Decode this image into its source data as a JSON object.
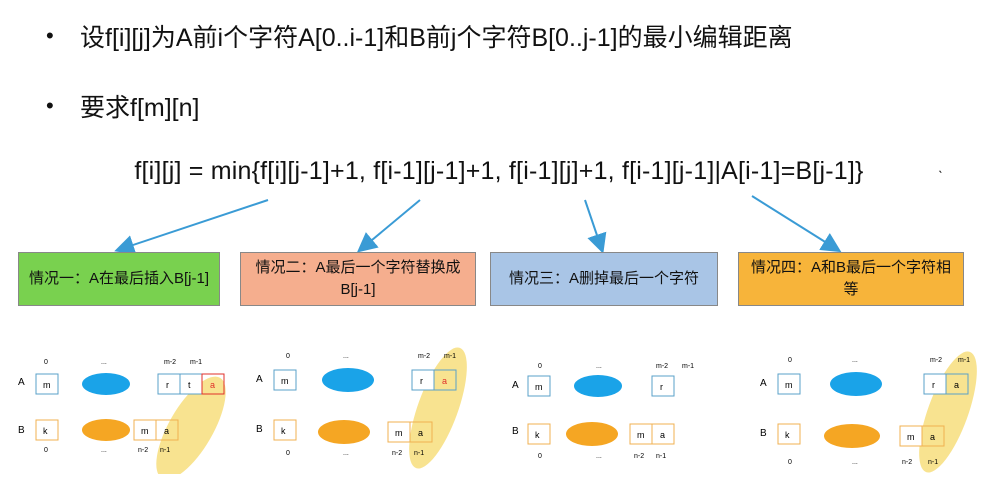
{
  "bullets": [
    {
      "text": "设f[i][j]为A前i个字符A[0..i-1]和B前j个字符B[0..j-1]的最小编辑距离"
    },
    {
      "text": "要求f[m][n]"
    }
  ],
  "formula": "f[i][j] = min{f[i][j-1]+1, f[i-1][j-1]+1, f[i-1][j]+1, f[i-1][j-1]|A[i-1]=B[j-1]}",
  "cases": [
    {
      "label": "情况一：A在最后插入B[j-1]",
      "color": "#79d14f"
    },
    {
      "label": "情况二：A最后一个字符替换成B[j-1]",
      "color": "#f5ae8e"
    },
    {
      "label": "情况三：A删掉最后一个字符",
      "color": "#a9c5e6"
    },
    {
      "label": "情况四：A和B最后一个字符相等",
      "color": "#f7b43a"
    }
  ],
  "diagram_labels": {
    "row_a": "A",
    "row_b": "B",
    "idx_0": "0",
    "ellipsis": "...",
    "m2": "m-2",
    "m1": "m-1",
    "n2": "n-2",
    "n1": "n-1",
    "cell_m": "m",
    "cell_k": "k",
    "cell_r": "r",
    "cell_t": "t",
    "cell_a": "a"
  },
  "colors": {
    "arrow": "#3a9bd5",
    "cloud_blue": "#1aa3e8",
    "cloud_orange": "#f5a623",
    "highlight": "#f5d96b",
    "accent_red": "#e0302a"
  }
}
